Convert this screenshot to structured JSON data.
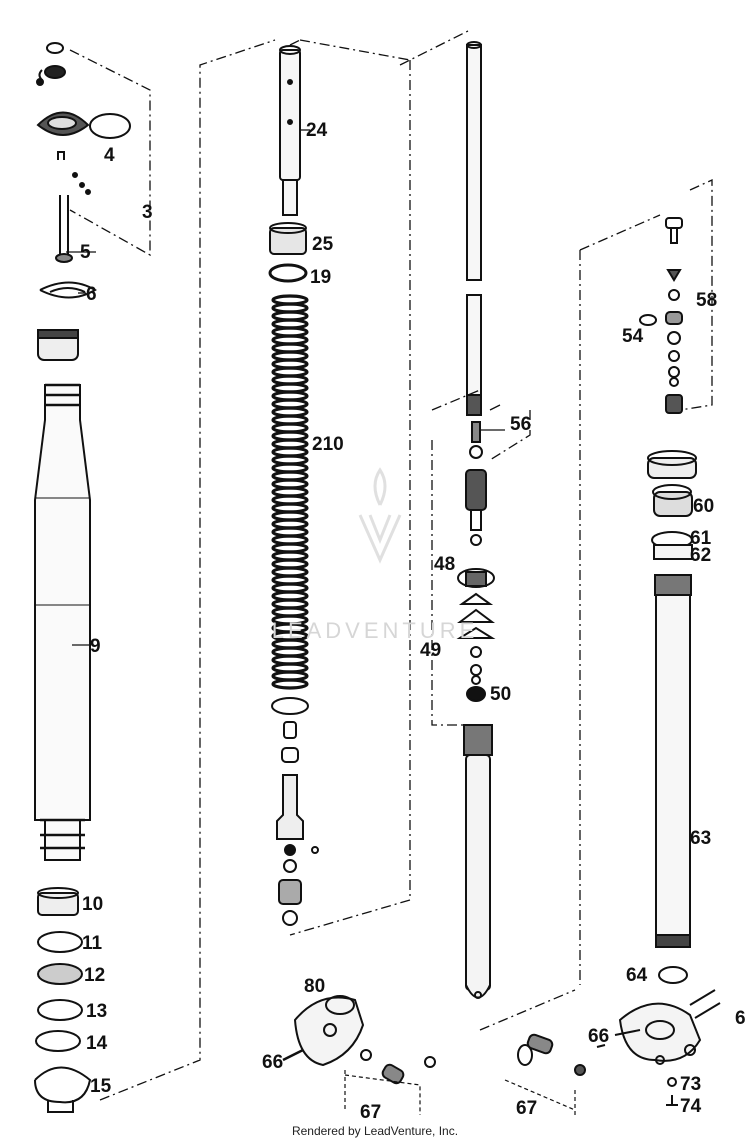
{
  "labels": {
    "c1": [
      "3",
      "4",
      "5",
      "6",
      "9",
      "10",
      "11",
      "12",
      "13",
      "14",
      "15"
    ],
    "c2": [
      "24",
      "25",
      "19",
      "210"
    ],
    "c3": [
      "56",
      "48",
      "49",
      "50"
    ],
    "c4": [
      "58",
      "54",
      "60",
      "61",
      "62",
      "63",
      "64",
      "6"
    ],
    "bottom": [
      "80",
      "66",
      "67",
      "67",
      "66",
      "73",
      "74"
    ]
  },
  "watermark": "LEADVENTURE",
  "footer": "Rendered by LeadVenture, Inc."
}
